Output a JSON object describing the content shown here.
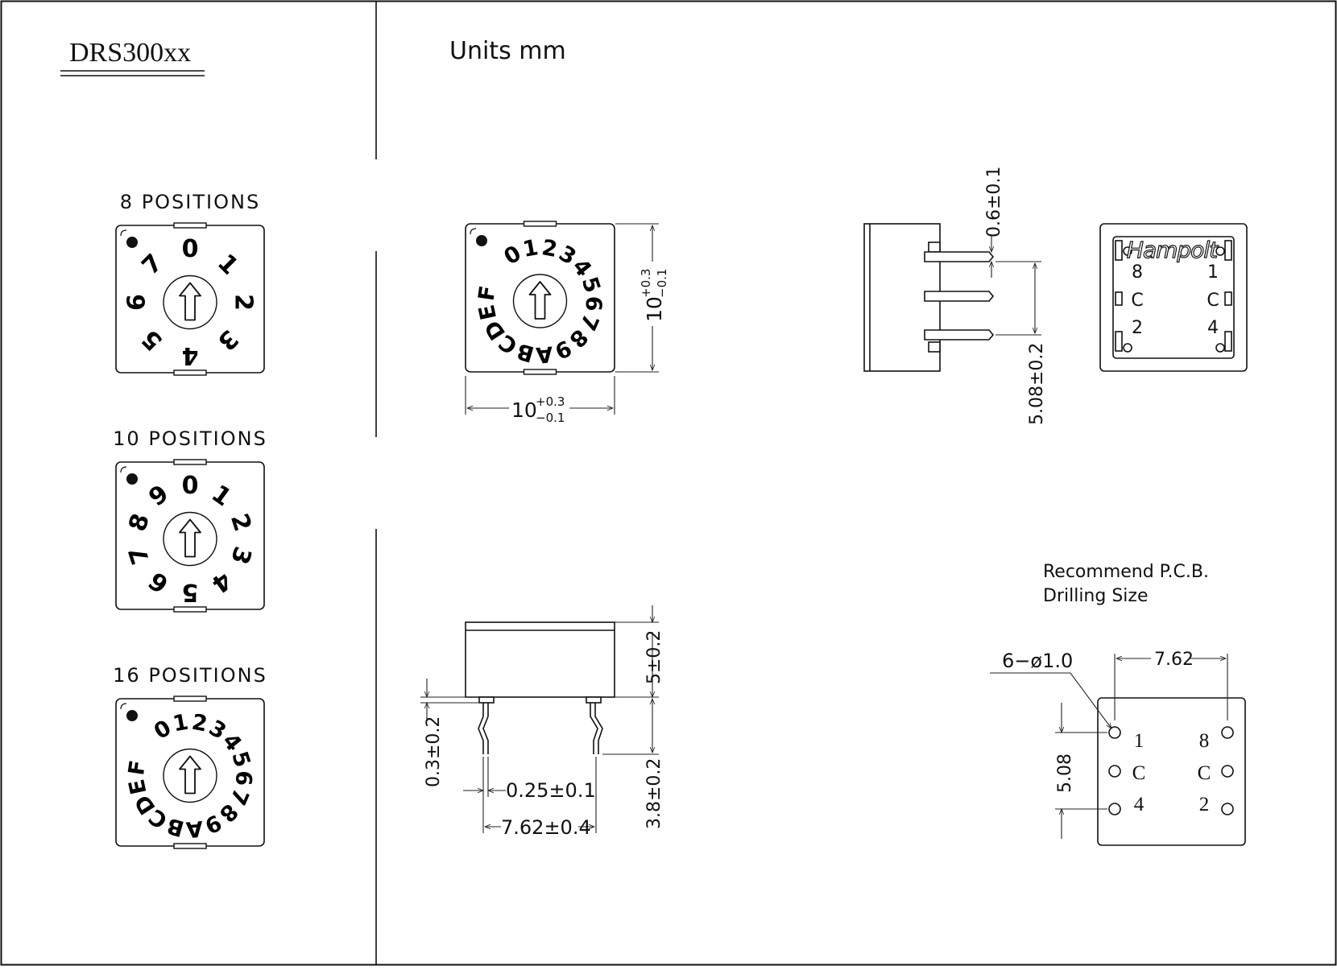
{
  "title": "DRS300xx",
  "units": "Units mm",
  "variants": [
    {
      "label": "8 POSITIONS",
      "digits": [
        "0",
        "1",
        "2",
        "3",
        "4",
        "5",
        "6",
        "7"
      ]
    },
    {
      "label": "10 POSITIONS",
      "digits": [
        "0",
        "1",
        "2",
        "3",
        "4",
        "5",
        "6",
        "7",
        "8",
        "9"
      ]
    },
    {
      "label": "16 POSITIONS",
      "digits": [
        "0",
        "1",
        "2",
        "3",
        "4",
        "5",
        "6",
        "7",
        "8",
        "9",
        "A",
        "B",
        "C",
        "D",
        "E",
        "F"
      ]
    }
  ],
  "top_view": {
    "digits": [
      "0",
      "1",
      "2",
      "3",
      "4",
      "5",
      "6",
      "7",
      "8",
      "9",
      "A",
      "B",
      "C",
      "D",
      "E",
      "F"
    ],
    "width_dim": {
      "value": "10",
      "tol_plus": "+0.3",
      "tol_minus": "−0.1"
    },
    "height_dim": {
      "value": "10",
      "tol_plus": "+0.3",
      "tol_minus": "−0.1"
    }
  },
  "side_view": {
    "pin_offset_dim": "0.6±0.1",
    "pitch_dim": "5.08±0.2"
  },
  "bottom_view": {
    "brand": "Hampolt",
    "left_labels": [
      "8",
      "C",
      "2"
    ],
    "right_labels": [
      "1",
      "C",
      "4"
    ]
  },
  "front_view": {
    "height_dim": "5±0.2",
    "standoff_dim": "0.3±0.2",
    "lead_len_dim": "3.8±0.2",
    "pin_width_dim": "0.25±0.1",
    "pin_span_dim": "7.62±0.4"
  },
  "pcb": {
    "heading_line1": "Recommend P.C.B.",
    "heading_line2": "Drilling Size",
    "hole_callout": "6−ø1.0",
    "span_dim": "7.62",
    "pitch_dim": "5.08",
    "left_labels": [
      "1",
      "C",
      "4"
    ],
    "right_labels": [
      "8",
      "C",
      "2"
    ]
  }
}
